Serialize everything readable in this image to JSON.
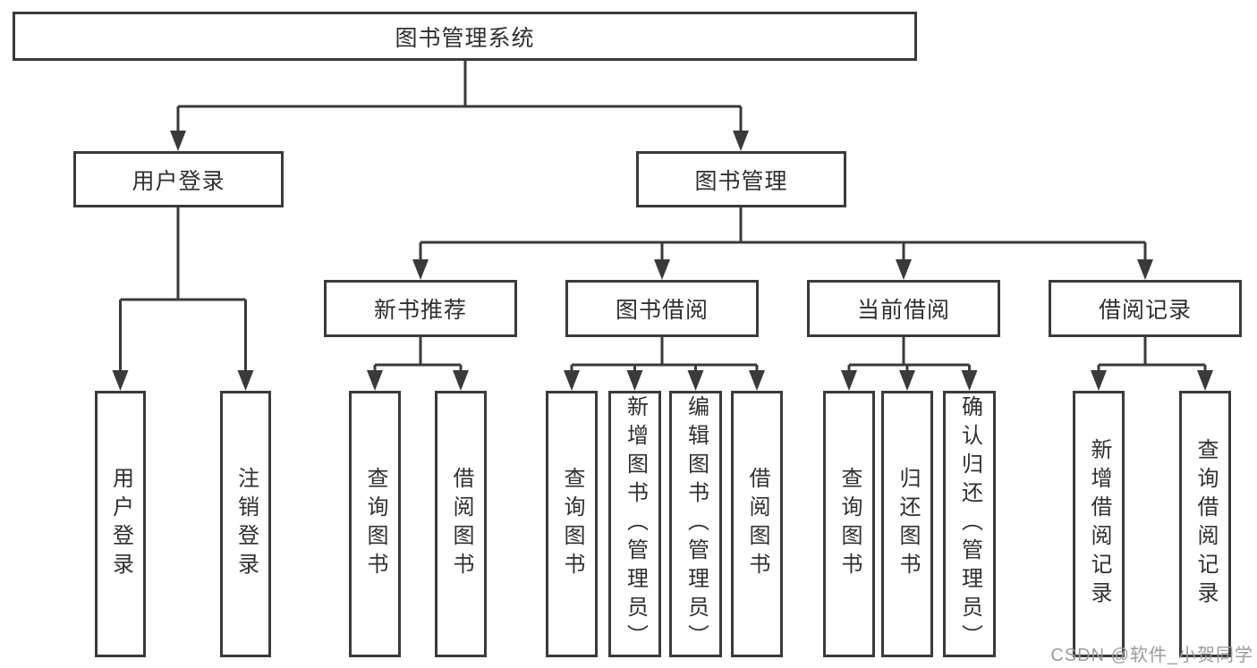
{
  "diagram_title": "图书管理系统",
  "watermark": "CSDN @软件_小贺同学",
  "colors": {
    "line": "#3a3a3a",
    "box_border": "#3a3a3a",
    "text": "#2f2f2f",
    "background": "#ffffff",
    "watermark": "#9b9b9b"
  },
  "nodes": [
    {
      "id": "library-system",
      "label": "图书管理系统",
      "parent": null
    },
    {
      "id": "user-login",
      "label": "用户登录",
      "parent": "library-system"
    },
    {
      "id": "book-management",
      "label": "图书管理",
      "parent": "library-system"
    },
    {
      "id": "new-book-recommend",
      "label": "新书推荐",
      "parent": "book-management"
    },
    {
      "id": "book-borrowing",
      "label": "图书借阅",
      "parent": "book-management"
    },
    {
      "id": "current-borrowing",
      "label": "当前借阅",
      "parent": "book-management"
    },
    {
      "id": "borrowing-records",
      "label": "借阅记录",
      "parent": "book-management"
    },
    {
      "id": "user-login-action",
      "label": "用户登录",
      "parent": "user-login"
    },
    {
      "id": "logout-action",
      "label": "注销登录",
      "parent": "user-login"
    },
    {
      "id": "query-books-a",
      "label": "查询图书",
      "parent": "new-book-recommend"
    },
    {
      "id": "borrow-books-a",
      "label": "借阅图书",
      "parent": "new-book-recommend"
    },
    {
      "id": "query-books-b",
      "label": "查询图书",
      "parent": "book-borrowing"
    },
    {
      "id": "add-books-admin",
      "label": "新增图书（管理员）",
      "parent": "book-borrowing"
    },
    {
      "id": "edit-books-admin",
      "label": "编辑图书（管理员）",
      "parent": "book-borrowing"
    },
    {
      "id": "borrow-books-b",
      "label": "借阅图书",
      "parent": "book-borrowing"
    },
    {
      "id": "query-books-c",
      "label": "查询图书",
      "parent": "current-borrowing"
    },
    {
      "id": "return-books",
      "label": "归还图书",
      "parent": "current-borrowing"
    },
    {
      "id": "confirm-return-admin",
      "label": "确认归还（管理员）",
      "parent": "current-borrowing"
    },
    {
      "id": "add-borrow-record",
      "label": "新增借阅记录",
      "parent": "borrowing-records"
    },
    {
      "id": "query-borrow-record",
      "label": "查询借阅记录",
      "parent": "borrowing-records"
    }
  ]
}
